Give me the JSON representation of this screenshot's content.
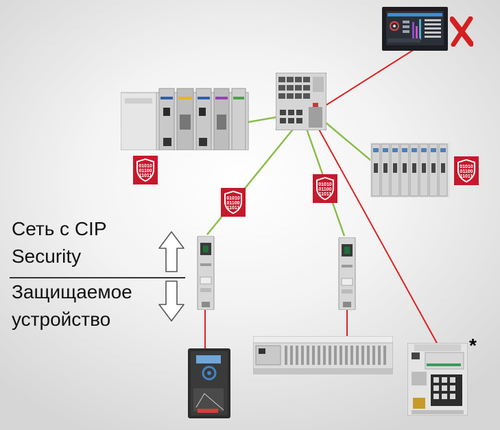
{
  "labels": {
    "upper_line1": "Сеть с CIP",
    "upper_line2": "Security",
    "lower_line1": "Защищаемое",
    "lower_line2": "устройство",
    "asterisk": "*"
  },
  "shield_text": [
    "01010",
    "01100",
    "11011"
  ],
  "colors": {
    "secure_link": "#8bbd4a",
    "insecure_link": "#e02020",
    "shield": "#c6192c",
    "reject_mark": "#d42020"
  },
  "icons": {
    "shield": "binary-shield-icon",
    "reject": "red-x-icon",
    "arrows": "up-down-outline-arrow-icons"
  }
}
